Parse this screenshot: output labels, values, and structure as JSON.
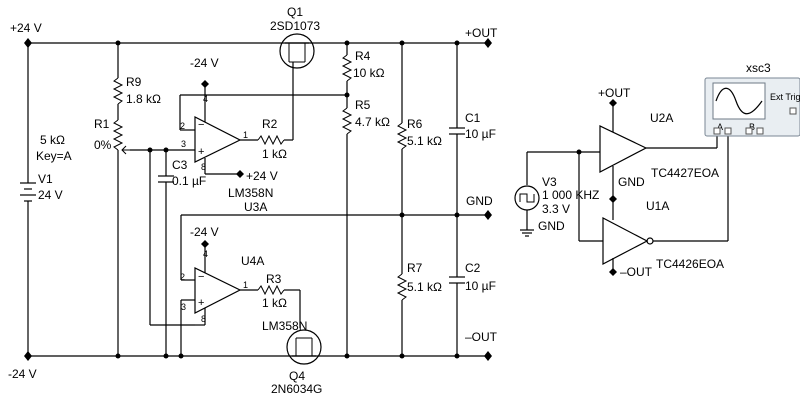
{
  "rails": {
    "pos24": "+24 V",
    "neg24": "-24 V",
    "out_pos": "+OUT",
    "out_neg": "–OUT",
    "gnd": "GND"
  },
  "source_v1": {
    "ref": "V1",
    "value": "24 V"
  },
  "q1": {
    "ref": "Q1",
    "part": "2SD1073"
  },
  "q4": {
    "ref": "Q4",
    "part": "2N6034G"
  },
  "r9": {
    "ref": "R9",
    "value": "1.8 kΩ"
  },
  "r1": {
    "value": "5 kΩ",
    "key": "Key=A",
    "ref": "R1",
    "pct": "0%"
  },
  "r4": {
    "ref": "R4",
    "value": "10 kΩ"
  },
  "r5": {
    "ref": "R5",
    "value": "4.7 kΩ"
  },
  "r6": {
    "ref": "R6",
    "value": "5.1 kΩ"
  },
  "r7": {
    "ref": "R7",
    "value": "5.1 kΩ"
  },
  "r2": {
    "ref": "R2",
    "value": "1 kΩ"
  },
  "r3": {
    "ref": "R3",
    "value": "1 kΩ"
  },
  "c1": {
    "ref": "C1",
    "value": "10 µF"
  },
  "c2": {
    "ref": "C2",
    "value": "10 µF"
  },
  "c3": {
    "ref": "C3",
    "value": "0.1 µF"
  },
  "u3a": {
    "supply_neg": "-24 V",
    "supply_pos": "+24 V",
    "part": "LM358N",
    "ref": "U3A",
    "pins": {
      "p8": "8",
      "p4": "4",
      "p2": "2",
      "p3": "3",
      "p1": "1"
    }
  },
  "u4a": {
    "supply_neg": "-24 V",
    "ref": "U4A",
    "part": "LM358N",
    "pins": {
      "p4": "4",
      "p2": "2",
      "p3": "3",
      "p1": "1",
      "p8": "8"
    }
  },
  "v3": {
    "ref": "V3",
    "freq": "1 000 KHZ",
    "amp": "3.3 V",
    "gnd": "GND"
  },
  "u2a": {
    "supply": "+OUT",
    "ref": "U2A",
    "part": "TC4427EOA",
    "gnd": "GND"
  },
  "u1a": {
    "ref": "U1A",
    "supply": "–OUT",
    "part": "TC4426EOA"
  },
  "xsc3": {
    "ref": "xsc3",
    "ext_trig": "Ext Trig",
    "ch_a": "A",
    "ch_b": "B"
  }
}
